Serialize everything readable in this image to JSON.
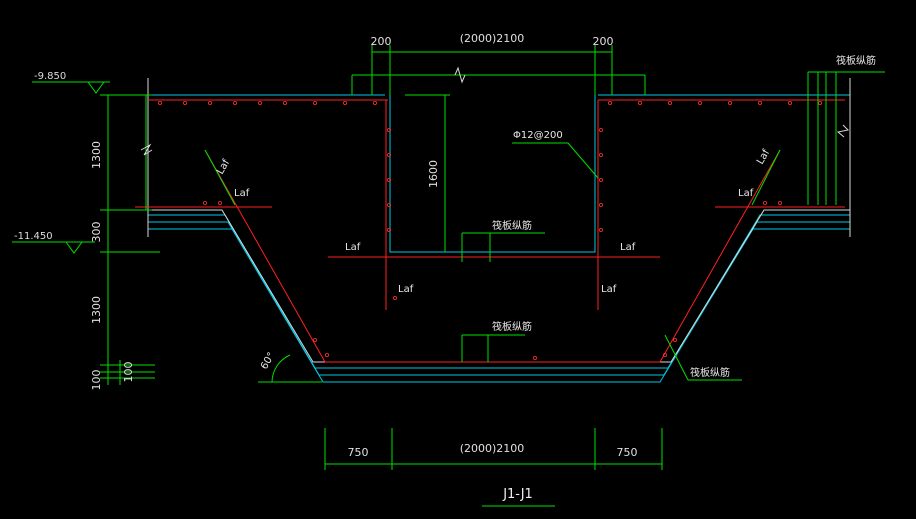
{
  "dimensions": {
    "top_left": "200",
    "top_mid": "(2000)2100",
    "top_right": "200",
    "bottom_left": "750",
    "bottom_mid": "(2000)2100",
    "bottom_right": "750",
    "left_1300_top": "1300",
    "left_300": "300",
    "left_1300_bottom": "1300",
    "left_100": "100",
    "left_100b": "100",
    "pit_depth": "1600"
  },
  "elevations": {
    "upper": "-9.850",
    "lower": "-11.450"
  },
  "labels": {
    "rebar_spec": "Φ12@200",
    "laf": "Laf",
    "anchor_text": "筏板纵筋",
    "angle": "60°"
  },
  "title": "J1-J1",
  "colors": {
    "dimension": "#00e000",
    "concrete_outline": "#00c8e6",
    "rebar": "#ff2020",
    "text": "#d8d8d8"
  }
}
